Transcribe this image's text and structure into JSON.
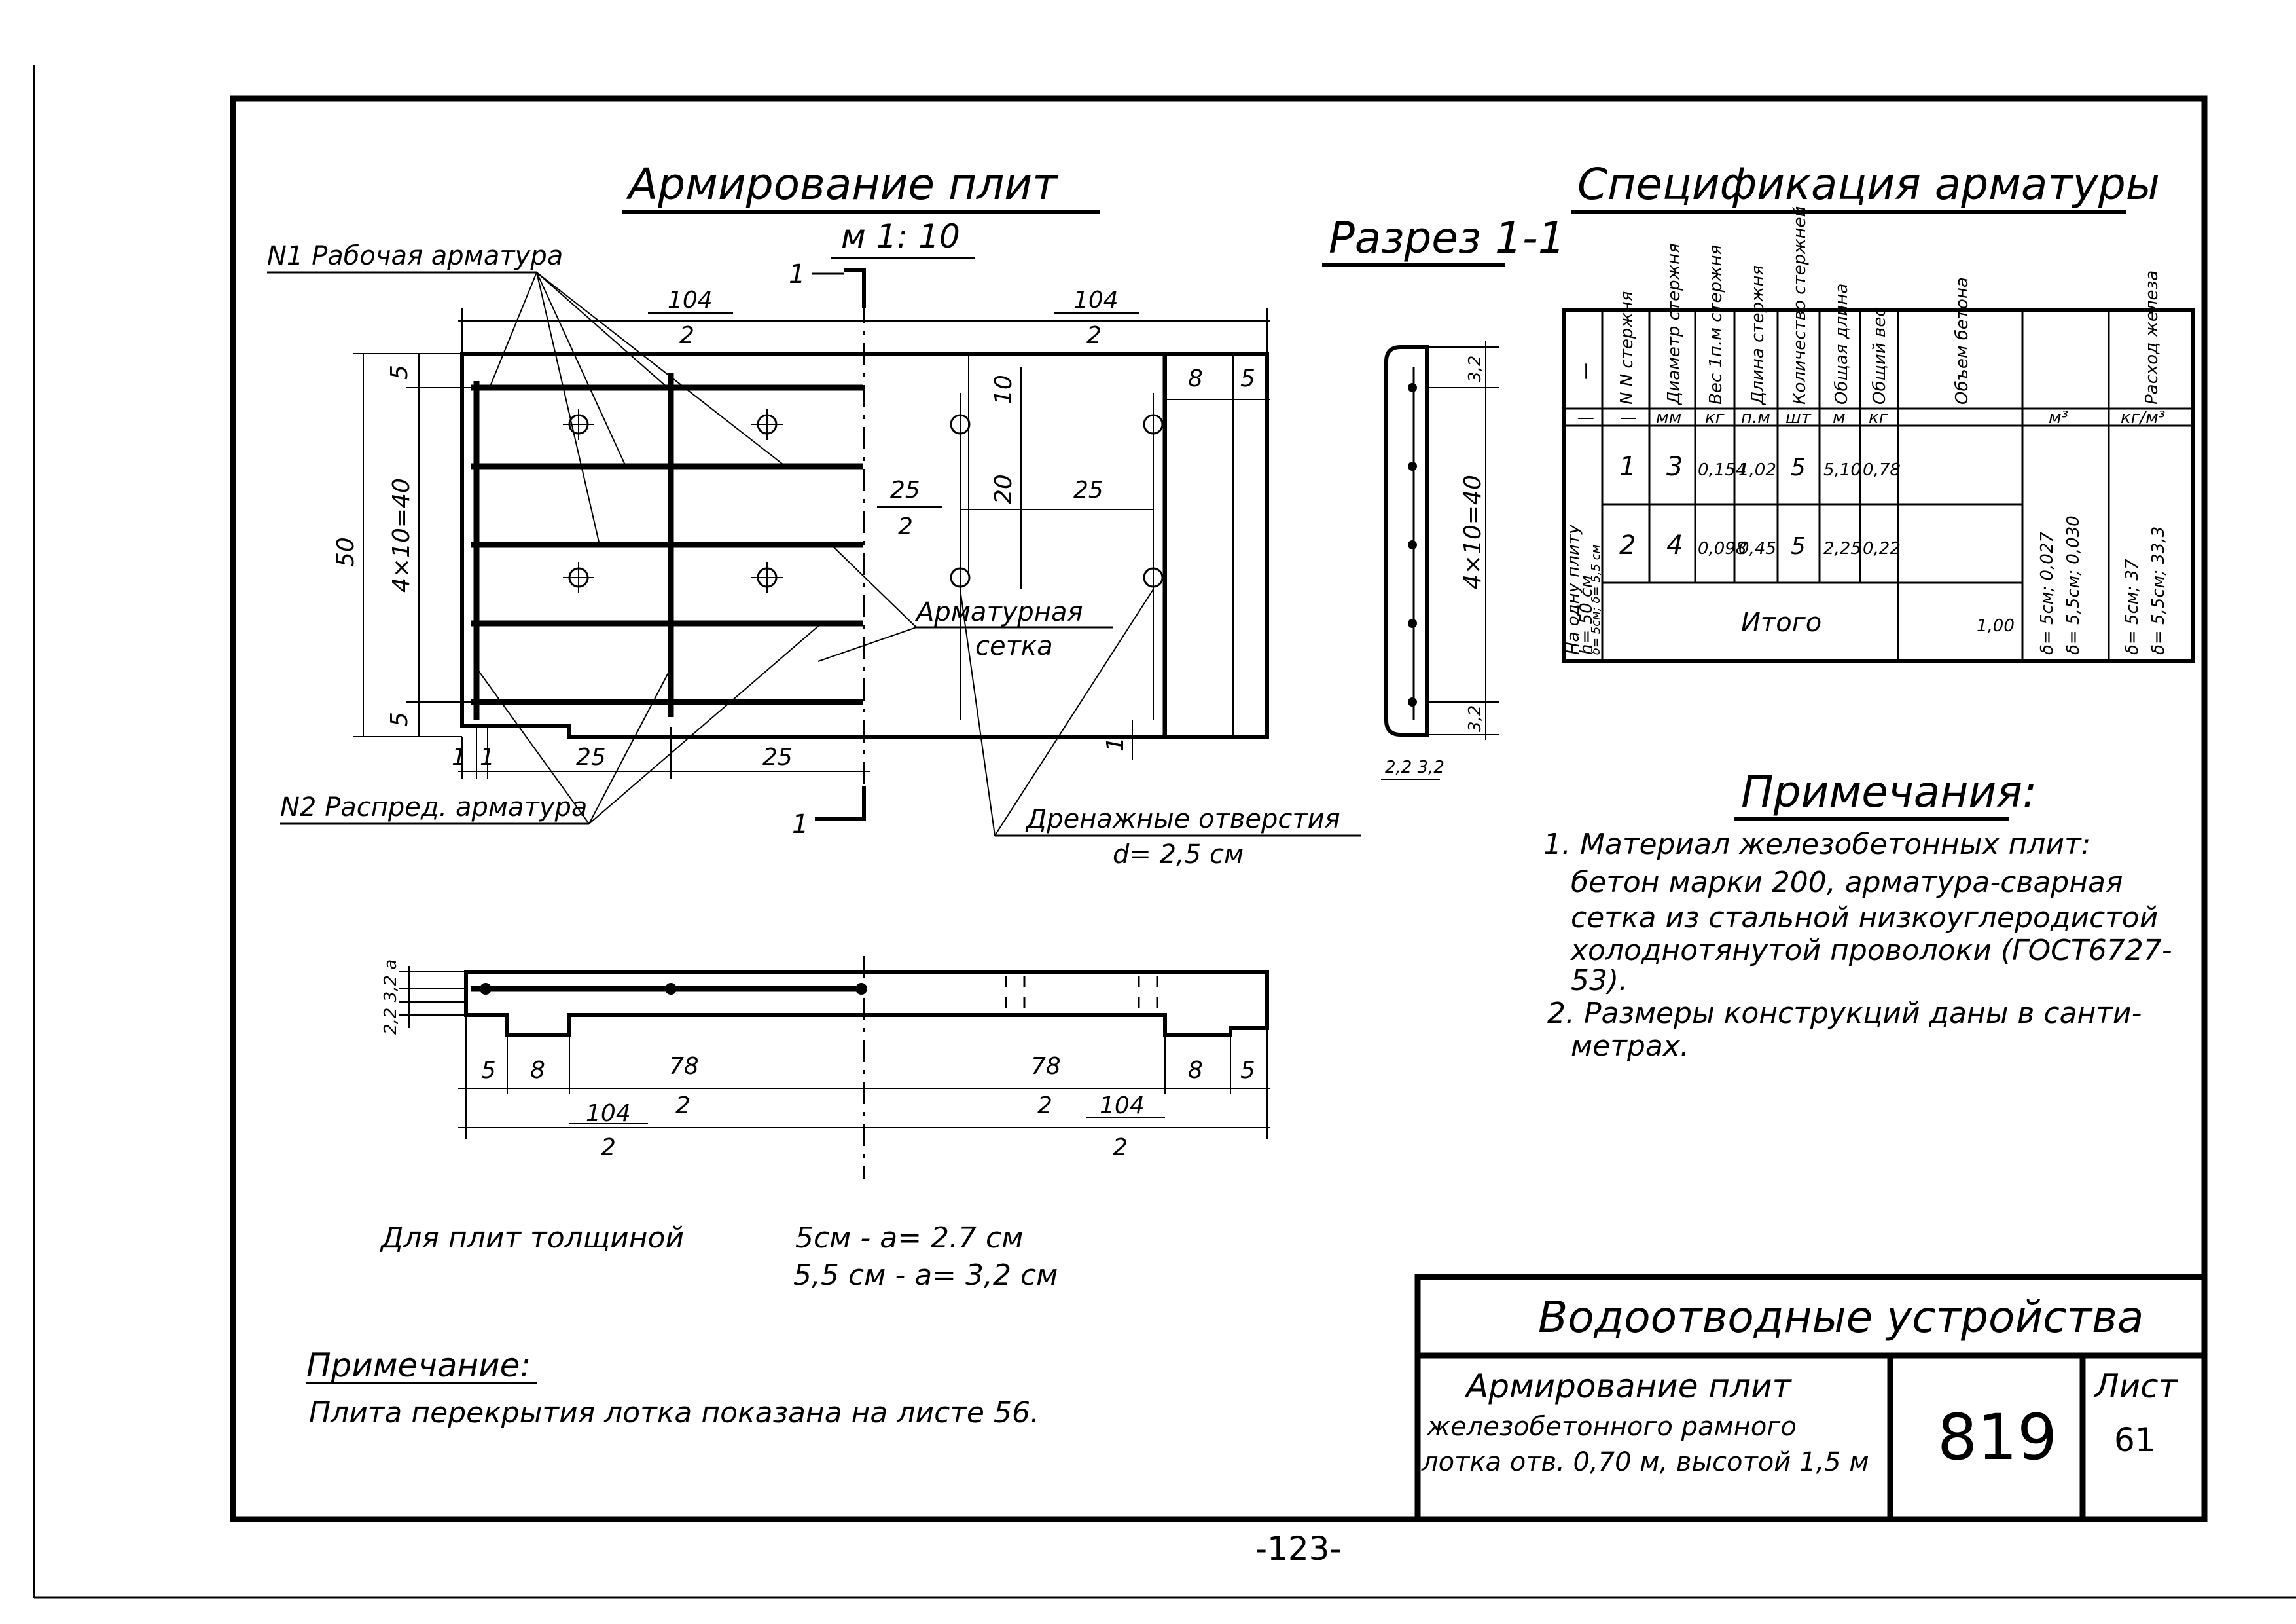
{
  "plan": {
    "title": "Армирование плит",
    "scale": "м 1: 10",
    "label_n1": "N1 Рабочая арматура",
    "label_n2": "N2 Распред. арматура",
    "label_mesh_1": "Арматурная",
    "label_mesh_2": "сетка",
    "label_drain": "Дренажные отверстия",
    "label_drain_d": "d= 2,5 см",
    "section_mark": "1",
    "dims": {
      "top_left_num": "104",
      "top_left_den": "2",
      "top_right_num": "104",
      "top_right_den": "2",
      "right_8": "8",
      "right_5": "5",
      "left_5_top": "5",
      "left_4x10": "4×10=40",
      "left_5_bot": "5",
      "left_50": "50",
      "bottom_1a": "1",
      "bottom_1b": "1",
      "bottom_25a": "25",
      "bottom_25b": "25",
      "right_1": "1",
      "mid_10": "10",
      "mid_20": "20",
      "mid_25": "25",
      "mid_25_2_num": "25",
      "mid_25_2_den": "2"
    }
  },
  "section": {
    "title": "Разрез 1-1",
    "dims": {
      "top_32": "3,2",
      "mid_4x10": "4×10=40",
      "bot_32": "3,2",
      "bottom": "2,2 3,2"
    }
  },
  "elevation": {
    "dims": {
      "left_stack": "2,2 3,2 a",
      "d5_left": "5",
      "d8_left": "8",
      "d78_left_num": "78",
      "d78_left_den": "2",
      "d78_right_num": "78",
      "d78_right_den": "2",
      "d8_right": "8",
      "d5_right": "5",
      "d104_left_num": "104",
      "d104_left_den": "2",
      "d104_right_num": "104",
      "d104_right_den": "2"
    }
  },
  "thickness_note": {
    "line1_prefix": "Для  плит  толщиной",
    "line1_value": "5см  -  a= 2.7 см",
    "line2_value": "5,5 см  -  a= 3,2 см"
  },
  "bottom_note": {
    "title": "Примечание:",
    "text": "Плита  перекрытия  лотка  показана  на  листе 56."
  },
  "spec": {
    "title": "Спецификация арматуры",
    "headers": [
      "—",
      "N N стержня",
      "Диаметр стержня",
      "Вес 1п.м стержня",
      "Длина стержня",
      "Количество стержней",
      "Общая длина",
      "Общий вес",
      "Объем бетона",
      "Расход железа"
    ],
    "units": [
      "—",
      "—",
      "мм",
      "кг",
      "п.м",
      "шт",
      "м",
      "кг",
      "м³",
      "кг/м³"
    ],
    "row_label_1": "На одну плиту",
    "row_label_2": "h= 50 см",
    "row_label_3": "δ= 5см; δ= 5,5 см",
    "rows": [
      [
        "1",
        "3",
        "0,154",
        "1,02",
        "5",
        "5,10",
        "0,78"
      ],
      [
        "2",
        "4",
        "0,098",
        "0,45",
        "5",
        "2,25",
        "0,22"
      ]
    ],
    "total_label": "Итого",
    "total_value": "1,00",
    "volume_1": "δ= 5см; 0,027",
    "volume_2": "δ= 5,5см; 0,030",
    "steel_1": "δ= 5см; 37",
    "steel_2": "δ= 5,5см; 33,3"
  },
  "notes": {
    "title": "Примечания:",
    "lines": [
      "1. Материал железобетонных плит:",
      "бетон марки 200, арматура-сварная",
      "сетка из стальной низкоуглеродистой",
      "холоднотянутой проволоки (ГОСТ6727-",
      "53).",
      "2. Размеры конструкций даны в санти-",
      "метрах."
    ]
  },
  "stamp": {
    "title": "Водоотводные устройства",
    "desc_1": "Армирование плит",
    "desc_2": "железобетонного рамного",
    "desc_3": "лотка отв. 0,70 м, высотой 1,5 м",
    "number": "819",
    "sheet_label": "Лист",
    "sheet_number": "61"
  },
  "page_number": "-123-"
}
